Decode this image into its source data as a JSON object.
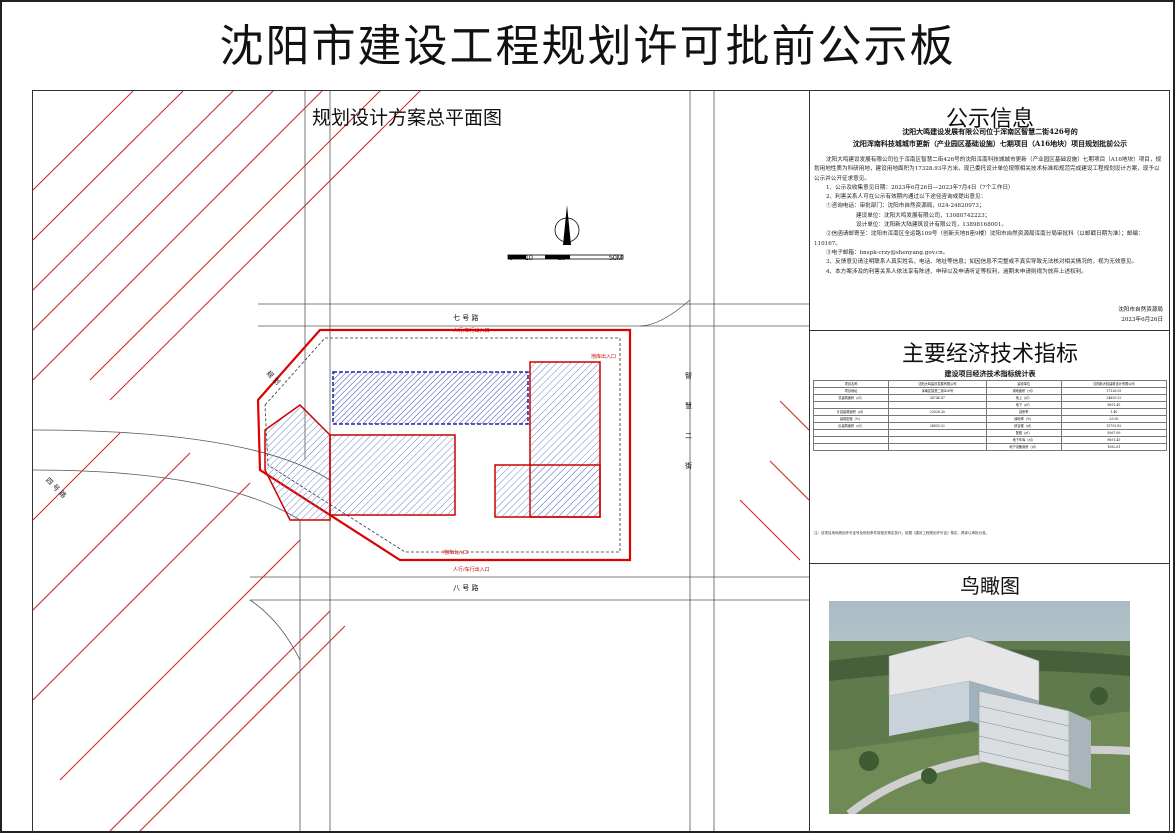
{
  "board_title": "沈阳市建设工程规划许可批前公示板",
  "plan": {
    "title": "规划设计方案总平面图",
    "scale": [
      "0",
      "10",
      "25",
      "50M"
    ],
    "roads": {
      "north": "七  号  路",
      "south": "八  号  路",
      "west": "四  号  路",
      "east": "智  慧  二  街",
      "northwest": "规  划"
    },
    "labels": {
      "entrance_north": "人行/车行出入口",
      "entrance_south": "人行/车行出入口",
      "entrance_ne": "地库出入口",
      "exit_sw": "地库出入口"
    }
  },
  "notice": {
    "title": "公示信息",
    "subtitle_1": "沈阳大鸣建设发展有限公司位于浑南区智慧二街426号的",
    "subtitle_2": "沈阳浑南科技城城市更新（产业园区基础设施）七期项目（A16地块）项目规划批前公示",
    "para1": "沈阳大鸣建设发展有限公司位于浑南区智慧二街426号的沈阳浑南科技城城市更新（产业园区基础设施）七期项目（A16地块）项目，规划用地性质为科研用地，建设用地面积为17328.93平方米。现已委托设计单位按照相关技术标准和规范完成建设工程规划设计方案，现予以公示并公开征求意见。",
    "item1": "1、公示及收集意见日期：2023年6月26日—2023年7月4日（7个工作日）",
    "item2": "2、利害关系人可在公示有效期内通过以下途径咨询或提出意见：",
    "item2_1": "①咨询电话：审批部门：沈阳市自然资源局，024-24820973；",
    "item2_2": "建设单位：沈阳大鸣发展有限公司，13080742223；",
    "item2_3": "设计单位：沈阳新大陆建筑设计有限公司，13898168001。",
    "item2_4": "②信函请邮寄至：沈阳市浑南区全运路109号（创新天地B座9楼）沈阳市自然资源局浑南分局审批科（以邮戳日期为准）；邮编：110167。",
    "item2_5": "③电子邮箱：hnspk-crzy@shenyang.gov.cn。",
    "item3": "3、反馈意见请注明联系人真实姓名、电话、地址等信息；如因信息不完整或不真实导致无法核对相关情况的，视为无效意见。",
    "item4": "4、本方案涉及的利害关系人依法享有陈述、申辩以及申请听证等权利，逾期未申请则视为放弃上述权利。",
    "signer": "沈阳市自然资源局",
    "date": "2023年6月26日"
  },
  "indicators": {
    "title": "主要经济技术指标",
    "table_title": "建设项目经济技术指标统计表",
    "rows": [
      [
        "项目名称",
        "沈阳大鸣建设发展有限公司",
        "建设单位",
        "沈阳新大陆建筑设计有限公司"
      ],
      [
        "项目地址",
        "浑南区智慧二街426号",
        "用地面积（㎡）",
        "17328.93"
      ],
      [
        "总建筑面积（㎡）",
        "34746.47",
        "地上（㎡）",
        "24855.52"
      ],
      [
        "",
        "",
        "地下（㎡）",
        "9891.45"
      ],
      [
        "计容建筑面积（㎡）",
        "23026.30",
        "容积率",
        "1.40"
      ],
      [
        "建筑密度（%）",
        "",
        "绿地率（%）",
        "25.00"
      ],
      [
        "反建筑面积（㎡）",
        "24855.52",
        "综合楼（㎡）",
        "15792.82"
      ],
      [
        "",
        "",
        "配套（㎡）",
        "5067.69"
      ],
      [
        "",
        "",
        "地下车库（㎡）",
        "9891.45"
      ],
      [
        "",
        "",
        "地下设备用房（㎡）",
        "1082.61"
      ]
    ],
    "notes": "注：该项目用地规划许可证号及规划条件按相关规定执行。依据《建设工程规划许可证》核定，具体以审批为准。"
  },
  "aerial": {
    "title": "鸟瞰图"
  }
}
